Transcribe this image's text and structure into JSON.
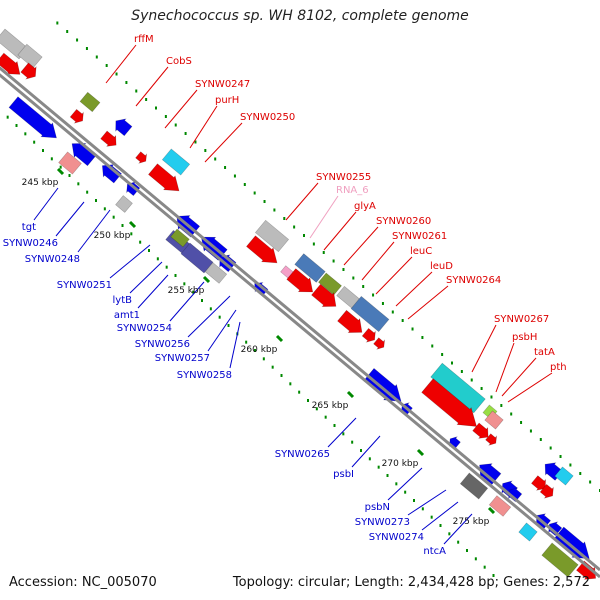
{
  "title": "Synechococcus sp. WH 8102, complete genome",
  "accession": "Accession: NC_005070",
  "summary": "Topology: circular; Length: 2,434,428 bp; Genes: 2,572",
  "colors": {
    "backbone": "#888888",
    "forward_label": "#dd0000",
    "reverse_label": "#0000cc",
    "rna_label": "#f0a0c0",
    "tick": "#008800"
  },
  "kbp_ticks": [
    "245 kbp",
    "250 kbp",
    "255 kbp",
    "260 kbp",
    "265 kbp",
    "270 kbp",
    "275 kbp"
  ],
  "forward_genes": [
    "rffM",
    "CobS",
    "SYNW0247",
    "purH",
    "SYNW0250",
    "SYNW0255",
    "RNA_6",
    "glyA",
    "SYNW0260",
    "SYNW0261",
    "leuC",
    "leuD",
    "SYNW0264",
    "SYNW0267",
    "psbH",
    "tatA",
    "pth"
  ],
  "reverse_genes": [
    "tgt",
    "SYNW0246",
    "SYNW0248",
    "SYNW0251",
    "lytB",
    "amt1",
    "SYNW0254",
    "SYNW0256",
    "SYNW0257",
    "SYNW0258",
    "SYNW0265",
    "psbI",
    "psbN",
    "SYNW0273",
    "SYNW0274",
    "ntcA"
  ]
}
